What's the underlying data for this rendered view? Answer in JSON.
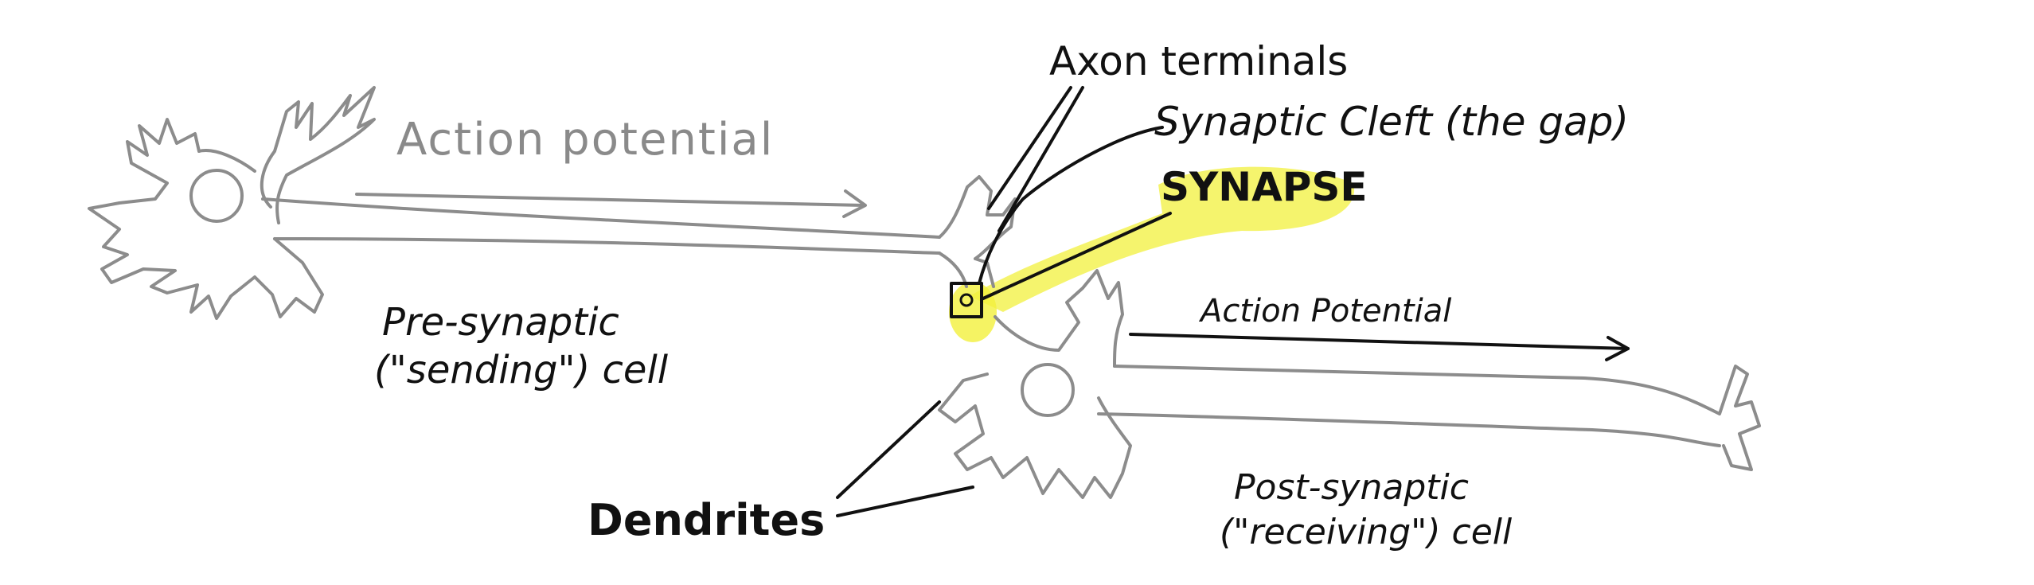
{
  "labels": {
    "action_potential_pre": "Action potential",
    "axon_terminals": "Axon terminals",
    "synaptic_cleft": "Synaptic Cleft (the gap)",
    "synapse": "SYNAPSE",
    "action_potential_post": "Action Potential",
    "pre_synaptic_line1": "Pre-synaptic",
    "pre_synaptic_line2": "(\"sending\") cell",
    "post_synaptic_line1": "Post-synaptic",
    "post_synaptic_line2": "(\"receiving\") cell",
    "dendrites": "Dendrites"
  },
  "colors": {
    "neuron_outline": "#8c8c8c",
    "label_ink": "#111111",
    "faded_label": "#8a8a8a",
    "synapse_highlight": "#f2f03c"
  }
}
